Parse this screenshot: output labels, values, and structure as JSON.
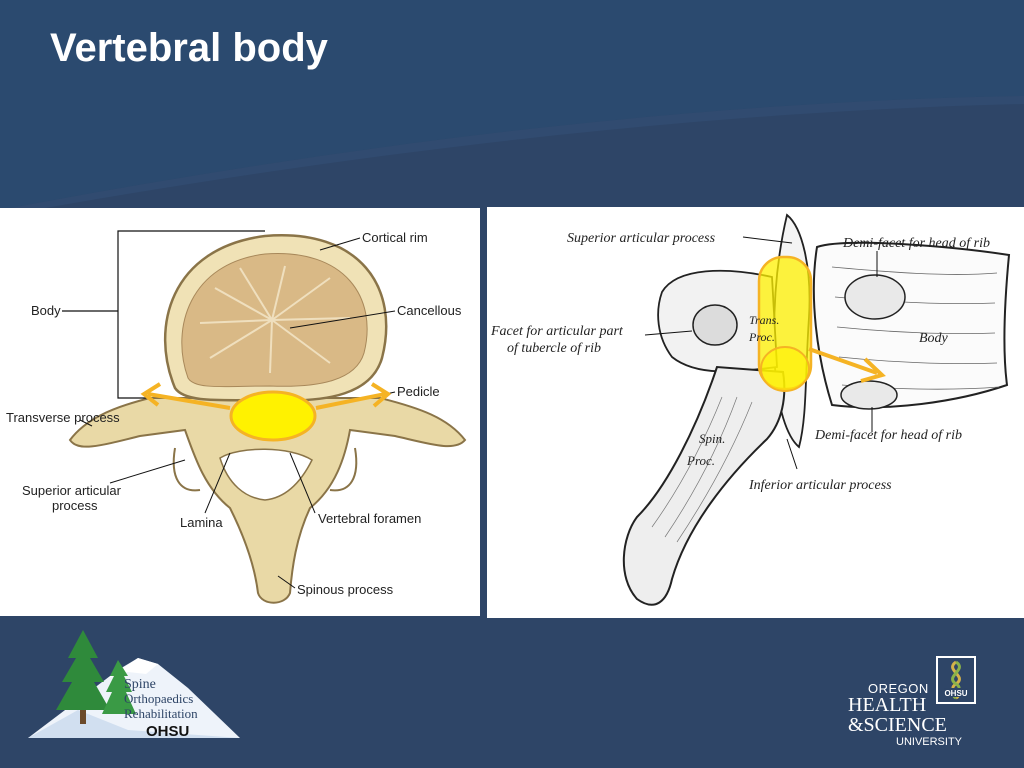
{
  "slide": {
    "title": "Vertebral body",
    "colors": {
      "background": "#2d4466",
      "header_band": "#2b4a6f",
      "highlight": "#fff200",
      "arrow": "#f5b324"
    }
  },
  "left_diagram": {
    "labels": {
      "cortical_rim": "Cortical rim",
      "body": "Body",
      "cancellous": "Cancellous",
      "pedicle": "Pedicle",
      "transverse_process": "Transverse process",
      "superior_articular_line1": "Superior articular",
      "superior_articular_line2": "process",
      "lamina": "Lamina",
      "vertebral_foramen": "Vertebral foramen",
      "spinous_process": "Spinous process"
    }
  },
  "right_diagram": {
    "labels": {
      "superior_articular_process": "Superior articular process",
      "demi_facet_top": "Demi-facet for head of rib",
      "facet_line1": "Facet for articular part",
      "facet_line2": "of tubercle of rib",
      "trans": "Trans.",
      "proc": "Proc.",
      "body": "Body",
      "spin": "Spin.",
      "spin_proc": "Proc.",
      "demi_facet_bottom": "Demi-facet for head of rib",
      "inferior_articular_process": "Inferior articular process"
    }
  },
  "logos": {
    "left_line1": "Spine",
    "left_line2": "Orthopaedics",
    "left_line3": "Rehabilitation",
    "left_line4": "OHSU",
    "right_line1": "OREGON",
    "right_line2": "HEALTH",
    "right_line3": "&SCIENCE",
    "right_line4": "UNIVERSITY",
    "right_badge": "OHSU"
  }
}
